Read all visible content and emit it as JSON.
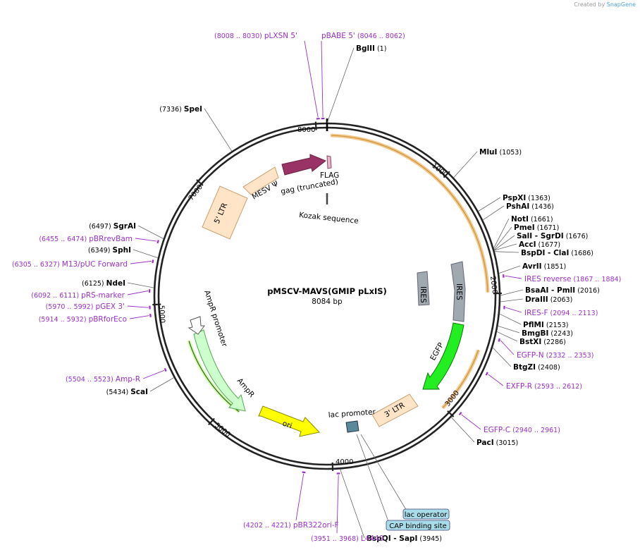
{
  "credit": {
    "prefix": "Created by",
    "brand": "SnapGene"
  },
  "title": "pMSCV-MAVS(GMIP pLxIS)",
  "length_label": "8084 bp",
  "total_bp": 8084,
  "ticks": [
    {
      "bp": 1000,
      "label": "1000"
    },
    {
      "bp": 2000,
      "label": "2000"
    },
    {
      "bp": 3000,
      "label": "3000"
    },
    {
      "bp": 4000,
      "label": "4000"
    },
    {
      "bp": 5000,
      "label": "5000"
    },
    {
      "bp": 6000,
      "label": "5000"
    },
    {
      "bp": 7000,
      "label": "7000"
    },
    {
      "bp": 8000,
      "label": "8000"
    }
  ],
  "enzymes": [
    {
      "name": "BglII",
      "pos": "(1)",
      "bp": 1
    },
    {
      "name": "MluI",
      "pos": "(1053)",
      "bp": 1053
    },
    {
      "name": "PspXI",
      "pos": "(1363)",
      "bp": 1363
    },
    {
      "name": "PshAI",
      "pos": "(1436)",
      "bp": 1436
    },
    {
      "name": "NotI",
      "pos": "(1661)",
      "bp": 1661
    },
    {
      "name": "PmeI",
      "pos": "(1671)",
      "bp": 1671
    },
    {
      "name": "SalI",
      "name2": "SgrDI",
      "pos": "(1676)",
      "bp": 1676
    },
    {
      "name": "AccI",
      "pos": "(1677)",
      "bp": 1677
    },
    {
      "name": "BspDI",
      "name2": "ClaI",
      "pos": "(1686)",
      "bp": 1686
    },
    {
      "name": "AvrII",
      "pos": "(1851)",
      "bp": 1851
    },
    {
      "name": "BsaAI",
      "name2": "PmlI",
      "pos": "(2016)",
      "bp": 2016
    },
    {
      "name": "DraIII",
      "pos": "(2063)",
      "bp": 2063
    },
    {
      "name": "PflMI",
      "pos": "(2153)",
      "bp": 2153
    },
    {
      "name": "BmgBI",
      "pos": "(2243)",
      "bp": 2243
    },
    {
      "name": "BstXI",
      "pos": "(2286)",
      "bp": 2286
    },
    {
      "name": "BtgZI",
      "pos": "(2408)",
      "bp": 2408
    },
    {
      "name": "PacI",
      "pos": "(3015)",
      "bp": 3015
    },
    {
      "name": "BspQI",
      "name2": "SapI",
      "pos": "(3945)",
      "bp": 3945
    },
    {
      "name": "ScaI",
      "pos": "(5434)",
      "bp": 5434
    },
    {
      "name": "NdeI",
      "pos": "(6125)",
      "bp": 6125
    },
    {
      "name": "SphI",
      "pos": "(6349)",
      "bp": 6349
    },
    {
      "name": "SgrAI",
      "pos": "(6497)",
      "bp": 6497
    },
    {
      "name": "SpeI",
      "pos": "(7336)",
      "bp": 7336
    }
  ],
  "primers": [
    {
      "name": "pLXSN 5'",
      "pos": "(8008 .. 8030)",
      "bp": 8019
    },
    {
      "name": "pBABE 5'",
      "pos": "(8046 .. 8062)",
      "bp": 8054
    },
    {
      "name": "IRES reverse",
      "pos": "(1867 .. 1884)",
      "bp": 1875
    },
    {
      "name": "IRES-F",
      "pos": "(2094 .. 2113)",
      "bp": 2103
    },
    {
      "name": "EGFP-N",
      "pos": "(2332 .. 2353)",
      "bp": 2342
    },
    {
      "name": "EXFP-R",
      "pos": "(2593 .. 2612)",
      "bp": 2602
    },
    {
      "name": "EGFP-C",
      "pos": "(2940 .. 2961)",
      "bp": 2950
    },
    {
      "name": "L4440",
      "pos": "(3951 .. 3968)",
      "bp": 3960
    },
    {
      "name": "pBR322ori-F",
      "pos": "(4202 .. 4221)",
      "bp": 4211
    },
    {
      "name": "Amp-R",
      "pos": "(5504 .. 5523)",
      "bp": 5513
    },
    {
      "name": "pBRforEco",
      "pos": "(5914 .. 5932)",
      "bp": 5923
    },
    {
      "name": "pGEX 3'",
      "pos": "(5970 .. 5992)",
      "bp": 5981
    },
    {
      "name": "pRS-marker",
      "pos": "(6092 .. 6111)",
      "bp": 6101
    },
    {
      "name": "M13/pUC Forward",
      "pos": "(6305 .. 6327)",
      "bp": 6316
    },
    {
      "name": "pBRrevBam",
      "pos": "(6455 .. 6474)",
      "bp": 6464
    }
  ],
  "features": [
    {
      "name": "FLAG",
      "color": "#e8b4c8"
    },
    {
      "name": "gag (truncated)",
      "color": "#993366"
    },
    {
      "name": "MESV Ψ",
      "color": "#ffe4c8"
    },
    {
      "name": "5' LTR",
      "color": "#ffe4c8"
    },
    {
      "name": "Kozak sequence",
      "color": "#555555"
    },
    {
      "name": "IRES",
      "color": "#a0a8b0"
    },
    {
      "name": "IRES",
      "color": "#a0a8b0"
    },
    {
      "name": "EGFP",
      "color": "#22ee22"
    },
    {
      "name": "3' LTR",
      "color": "#ffe4c8"
    },
    {
      "name": "lac promoter",
      "color": "#5a8a9a"
    },
    {
      "name": "ori",
      "color": "#ffff00"
    },
    {
      "name": "AmpR",
      "color": "#ccffcc"
    },
    {
      "name": "AmpR promoter",
      "color": "#ffffff"
    }
  ],
  "boxed_features": [
    {
      "name": "lac operator"
    },
    {
      "name": "CAP binding site"
    }
  ],
  "colors": {
    "insert_arc": "#f5c88a",
    "primer": "#9b30c8",
    "enzyme_line": "#666666"
  }
}
